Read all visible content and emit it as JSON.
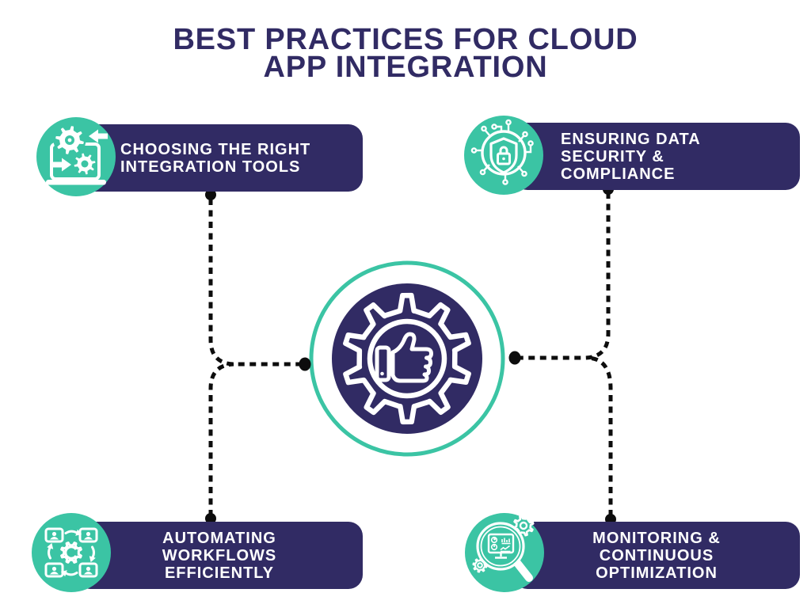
{
  "title": {
    "line1": "BEST PRACTICES FOR CLOUD",
    "line2": "APP INTEGRATION"
  },
  "colors": {
    "navy": "#312b64",
    "teal": "#3bc4a4",
    "connector": "#0d0d0d",
    "text_on_navy": "#ffffff",
    "background": "#ffffff"
  },
  "cards": [
    {
      "id": "choosing-integration-tools",
      "position": "top-left",
      "icon": "laptop-gears-icon",
      "lines": [
        "CHOOSING THE RIGHT",
        "INTEGRATION TOOLS"
      ]
    },
    {
      "id": "data-security-compliance",
      "position": "top-right",
      "icon": "shield-lock-icon",
      "lines": [
        "ENSURING DATA",
        "SECURITY &",
        "COMPLIANCE"
      ]
    },
    {
      "id": "automating-workflows",
      "position": "bottom-left",
      "icon": "workflow-people-icon",
      "lines": [
        "AUTOMATING",
        "WORKFLOWS",
        "EFFICIENTLY"
      ]
    },
    {
      "id": "monitoring-optimization",
      "position": "bottom-right",
      "icon": "magnifier-analytics-icon",
      "lines": [
        "MONITORING &",
        "CONTINUOUS",
        "OPTIMIZATION"
      ]
    }
  ],
  "center": {
    "icon": "gear-thumbs-up-icon"
  }
}
